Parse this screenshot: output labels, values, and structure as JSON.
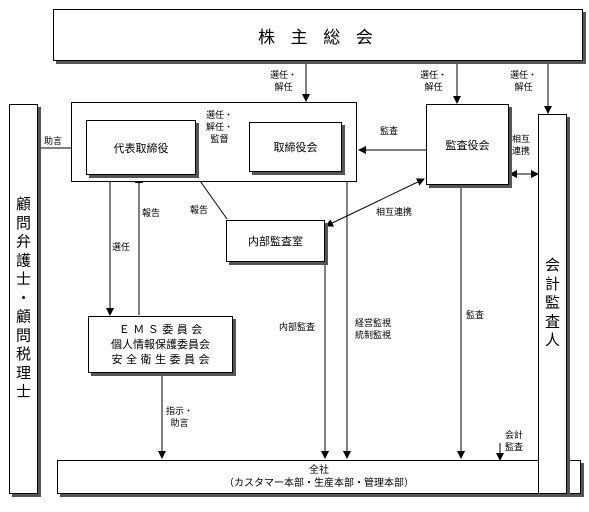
{
  "nodes": {
    "shareholders": "株 主 総 会",
    "representative": "代表取締役",
    "board": "取締役会",
    "auditors_board": "監査役会",
    "internal_audit": "内部監査室",
    "committees": [
      "Ｅ Ｍ Ｓ 委 員 会",
      "個人情報保護委員会",
      "安 全 衛 生 委 員 会"
    ],
    "company": "全社",
    "company_sub": "（カスタマー本部・生産本部・管理本部）",
    "legal_advisors": "顧問弁護士・顧問税理士",
    "accounting_auditor": "会計監査人"
  },
  "labels": {
    "elect_dismiss_1": "選任・\n解任",
    "elect_dismiss_2": "選任・\n解任",
    "elect_dismiss_3": "選任・\n解任",
    "elect_dismiss_supervise": "選任・\n解任・\n監督",
    "advice": "助言",
    "audit_board": "監査",
    "mutual_cooperation_1": "相互\n連携",
    "mutual_cooperation_2": "相互連携",
    "report_1": "報告",
    "report_2": "報告",
    "elect": "選任",
    "internal_audit": "内部監査",
    "management_monitoring": "経営監視\n統制監視",
    "audit_company": "監査",
    "instruct_advise": "指示・\n助言",
    "accounting_audit": "会計\n監査"
  }
}
